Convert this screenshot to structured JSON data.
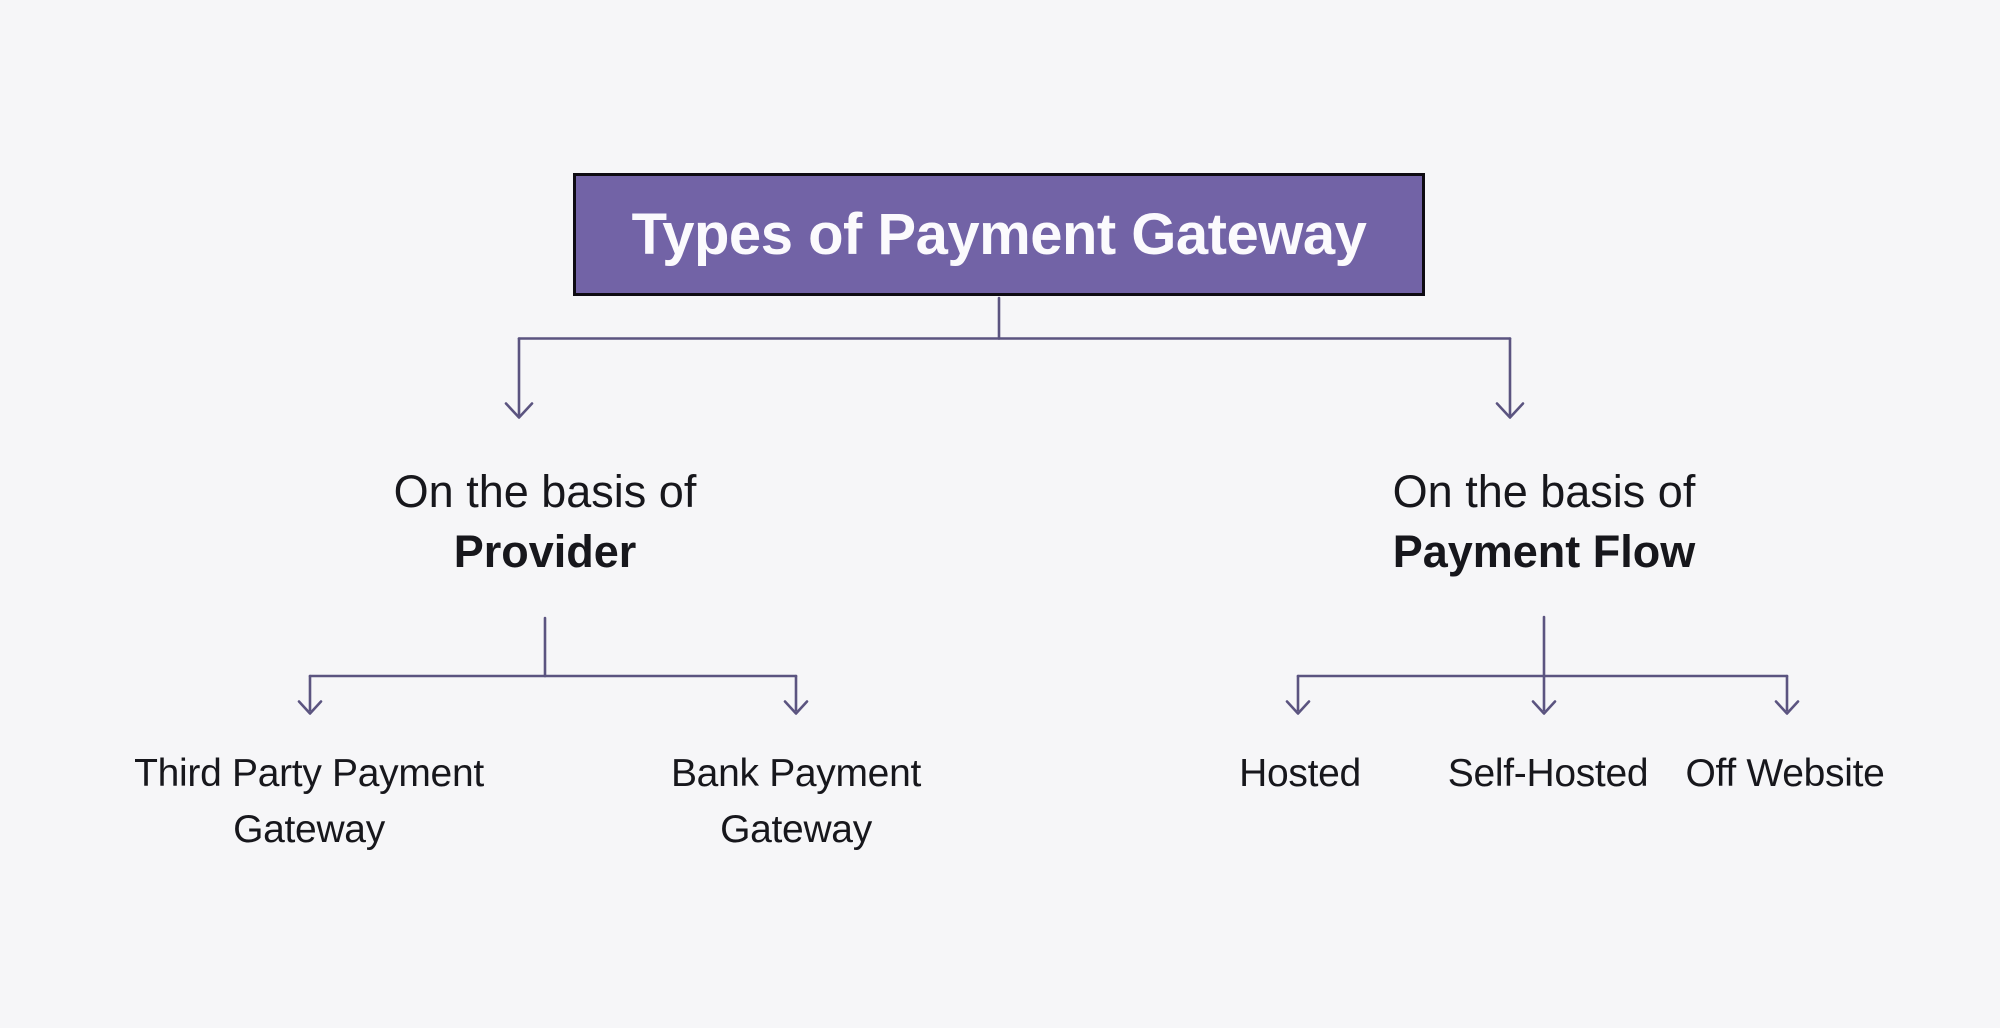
{
  "colors": {
    "background": "#f6f6f8",
    "box_fill": "#7263a6",
    "box_border": "#0e0b12",
    "box_text": "#fbfafd",
    "line": "#5b5480",
    "text": "#17171c"
  },
  "root": {
    "title": "Types of Payment Gateway"
  },
  "branches": [
    {
      "prefix": "On the basis of",
      "name": "Provider",
      "children": [
        {
          "label": "Third Party Payment Gateway"
        },
        {
          "label": "Bank Payment Gateway"
        }
      ]
    },
    {
      "prefix": "On the basis of",
      "name": "Payment Flow",
      "children": [
        {
          "label": "Hosted"
        },
        {
          "label": "Self-Hosted"
        },
        {
          "label": "Off Website"
        }
      ]
    }
  ]
}
